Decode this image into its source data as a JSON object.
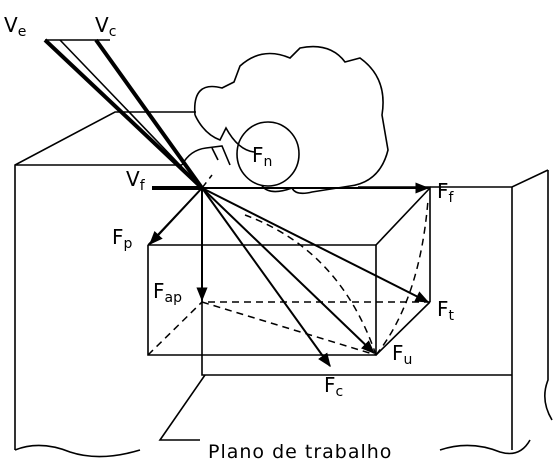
{
  "labels": {
    "ve": {
      "main": "V",
      "sub": "e"
    },
    "vc": {
      "main": "V",
      "sub": "c"
    },
    "vf": {
      "main": "V",
      "sub": "f"
    },
    "fn": {
      "main": "F",
      "sub": "n"
    },
    "ff": {
      "main": "F",
      "sub": "f"
    },
    "fp": {
      "main": "F",
      "sub": "p"
    },
    "fap": {
      "main": "F",
      "sub": "ap"
    },
    "ft": {
      "main": "F",
      "sub": "t"
    },
    "fu": {
      "main": "F",
      "sub": "u"
    },
    "fc": {
      "main": "F",
      "sub": "c"
    }
  },
  "caption": "Plano de trabalho"
}
